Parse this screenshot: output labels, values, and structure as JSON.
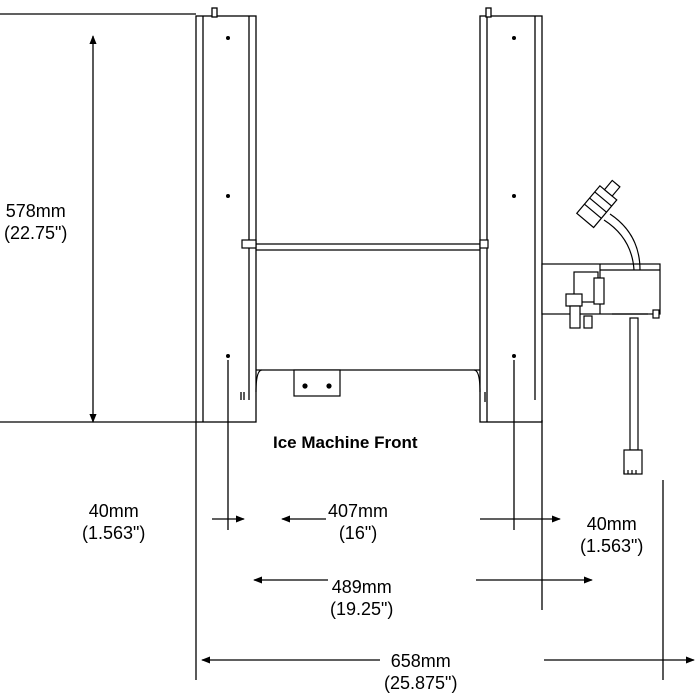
{
  "caption": "Ice Machine Front",
  "colors": {
    "line": "#000000",
    "background": "#ffffff",
    "fill": "#ffffff"
  },
  "dimensions": {
    "height": {
      "mm": "578mm",
      "inch": "(22.75\")"
    },
    "left_offset": {
      "mm": "40mm",
      "inch": "(1.563\")"
    },
    "inner_span": {
      "mm": "407mm",
      "inch": "(16\")"
    },
    "right_offset": {
      "mm": "40mm",
      "inch": "(1.563\")"
    },
    "outer_span": {
      "mm": "489mm",
      "inch": "(19.25\")"
    },
    "total_width": {
      "mm": "658mm",
      "inch": "(25.875\")"
    }
  }
}
